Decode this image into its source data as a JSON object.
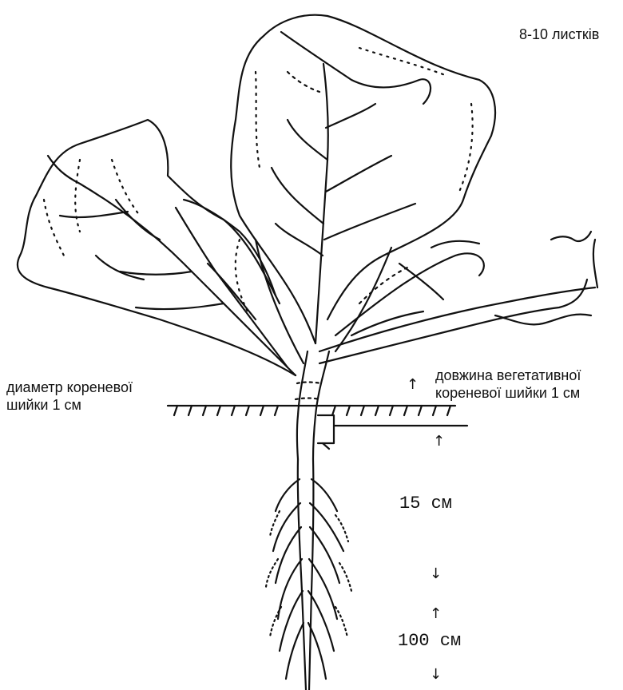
{
  "labels": {
    "leaf_count": "8-10 листків",
    "collar_diameter_line1": "диаметр кореневої",
    "collar_diameter_line2": "шийки 1 см",
    "collar_length_line1": "довжина вегетативної",
    "collar_length_line2": "кореневої шийки 1 см",
    "depth_taproot": "15 см",
    "depth_total": "100 см"
  },
  "arrows": {
    "up": "↑",
    "down": "↓"
  },
  "colors": {
    "ink": "#111111",
    "background": "#ffffff"
  }
}
